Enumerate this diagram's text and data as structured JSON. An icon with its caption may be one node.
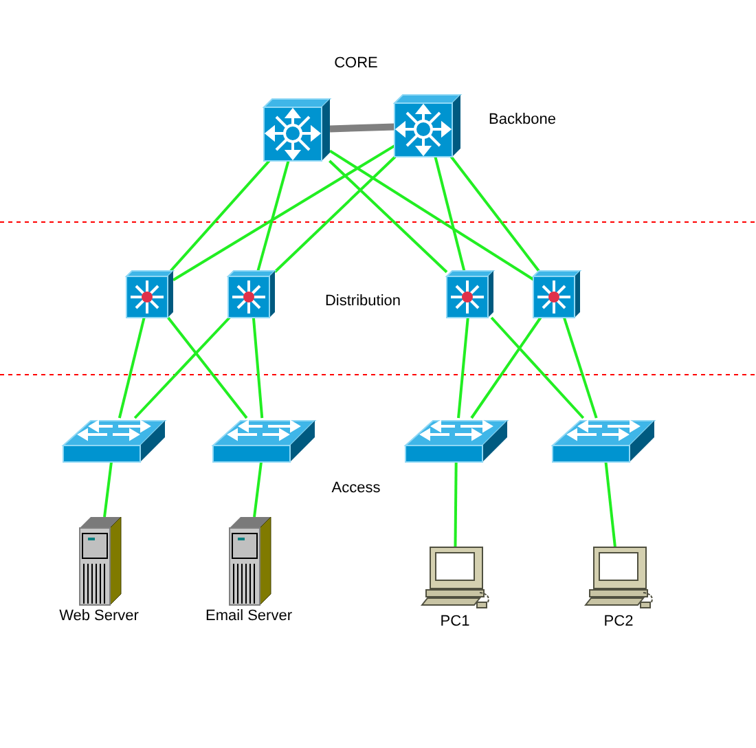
{
  "diagram": {
    "nodes": [
      {
        "text": [],
        "shape": "picture"
      },
      {
        "text": [],
        "shape": "picture"
      },
      {
        "text": [],
        "shape": "picture"
      },
      {
        "text": [],
        "shape": "picture"
      },
      {
        "text": [],
        "shape": "picture"
      },
      {
        "text": [],
        "shape": "picture"
      },
      {
        "text": [],
        "shape": "picture"
      },
      {
        "text": [],
        "shape": "picture"
      },
      {
        "text": [],
        "shape": "picture"
      },
      {
        "text": [],
        "shape": "picture"
      },
      {
        "text": [
          "Web Server"
        ]
      },
      {
        "text": [
          "Email Server"
        ]
      },
      {
        "text": [
          "PC1"
        ]
      },
      {
        "text": [
          "PC2"
        ]
      }
    ],
    "edges": [
      {
        "from": 0,
        "to": 1,
        "arrow": "none",
        "style": "thick",
        "color": "#808080"
      },
      {
        "from": 0,
        "to": 2,
        "arrow": "none"
      },
      {
        "from": 0,
        "to": 3,
        "arrow": "none"
      },
      {
        "from": 0,
        "to": 4,
        "arrow": "none"
      },
      {
        "from": 0,
        "to": 5,
        "arrow": "none"
      },
      {
        "from": 1,
        "to": 2,
        "arrow": "none"
      },
      {
        "from": 1,
        "to": 3,
        "arrow": "none"
      },
      {
        "from": 1,
        "to": 4,
        "arrow": "none"
      },
      {
        "from": 1,
        "to": 5,
        "arrow": "none"
      },
      {
        "from": 2,
        "to": 6,
        "arrow": "none"
      },
      {
        "from": 2,
        "to": 7,
        "arrow": "none"
      },
      {
        "from": 3,
        "to": 6,
        "arrow": "none"
      },
      {
        "from": 3,
        "to": 7,
        "arrow": "none"
      },
      {
        "from": 4,
        "to": 8,
        "arrow": "none"
      },
      {
        "from": 4,
        "to": 9,
        "arrow": "none"
      },
      {
        "from": 5,
        "to": 8,
        "arrow": "none"
      },
      {
        "from": 5,
        "to": 9,
        "arrow": "none"
      },
      {
        "from": 6,
        "to": 10,
        "arrow": "none"
      },
      {
        "from": 7,
        "to": 11,
        "arrow": "none"
      },
      {
        "from": 8,
        "to": 12,
        "arrow": "none"
      },
      {
        "from": 9,
        "to": 13,
        "arrow": "none"
      }
    ],
    "labels": [
      "CORE",
      "Backbone",
      "Distribution",
      "Access"
    ]
  }
}
